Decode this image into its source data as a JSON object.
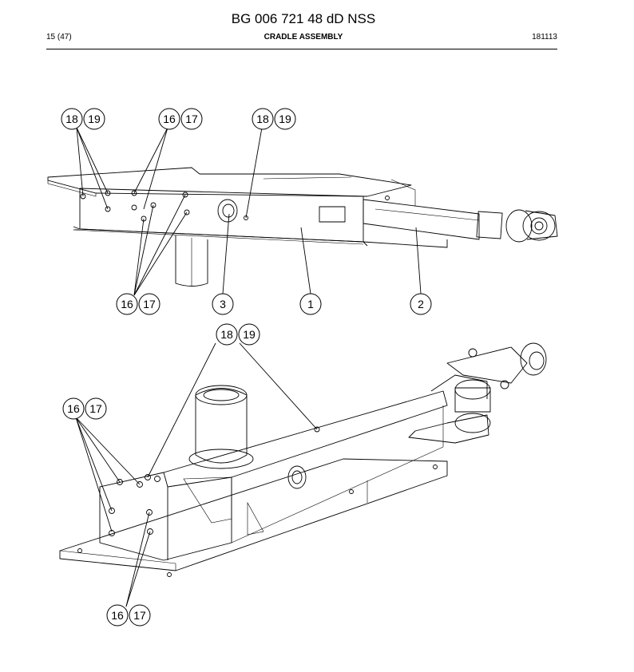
{
  "header": {
    "doc_title": "BG 006 721 48 dD NSS",
    "page_number": "15 (47)",
    "section_title": "CRADLE ASSEMBLY",
    "doc_date": "181113"
  },
  "callouts": {
    "upper": [
      {
        "a": "18",
        "b": "19"
      },
      {
        "a": "16",
        "b": "17"
      },
      {
        "a": "18",
        "b": "19"
      },
      {
        "a": "16",
        "b": "17"
      },
      {
        "a": "3"
      },
      {
        "a": "1"
      },
      {
        "a": "2"
      }
    ],
    "lower": [
      {
        "a": "18",
        "b": "19"
      },
      {
        "a": "16",
        "b": "17"
      },
      {
        "a": "16",
        "b": "17"
      }
    ]
  }
}
